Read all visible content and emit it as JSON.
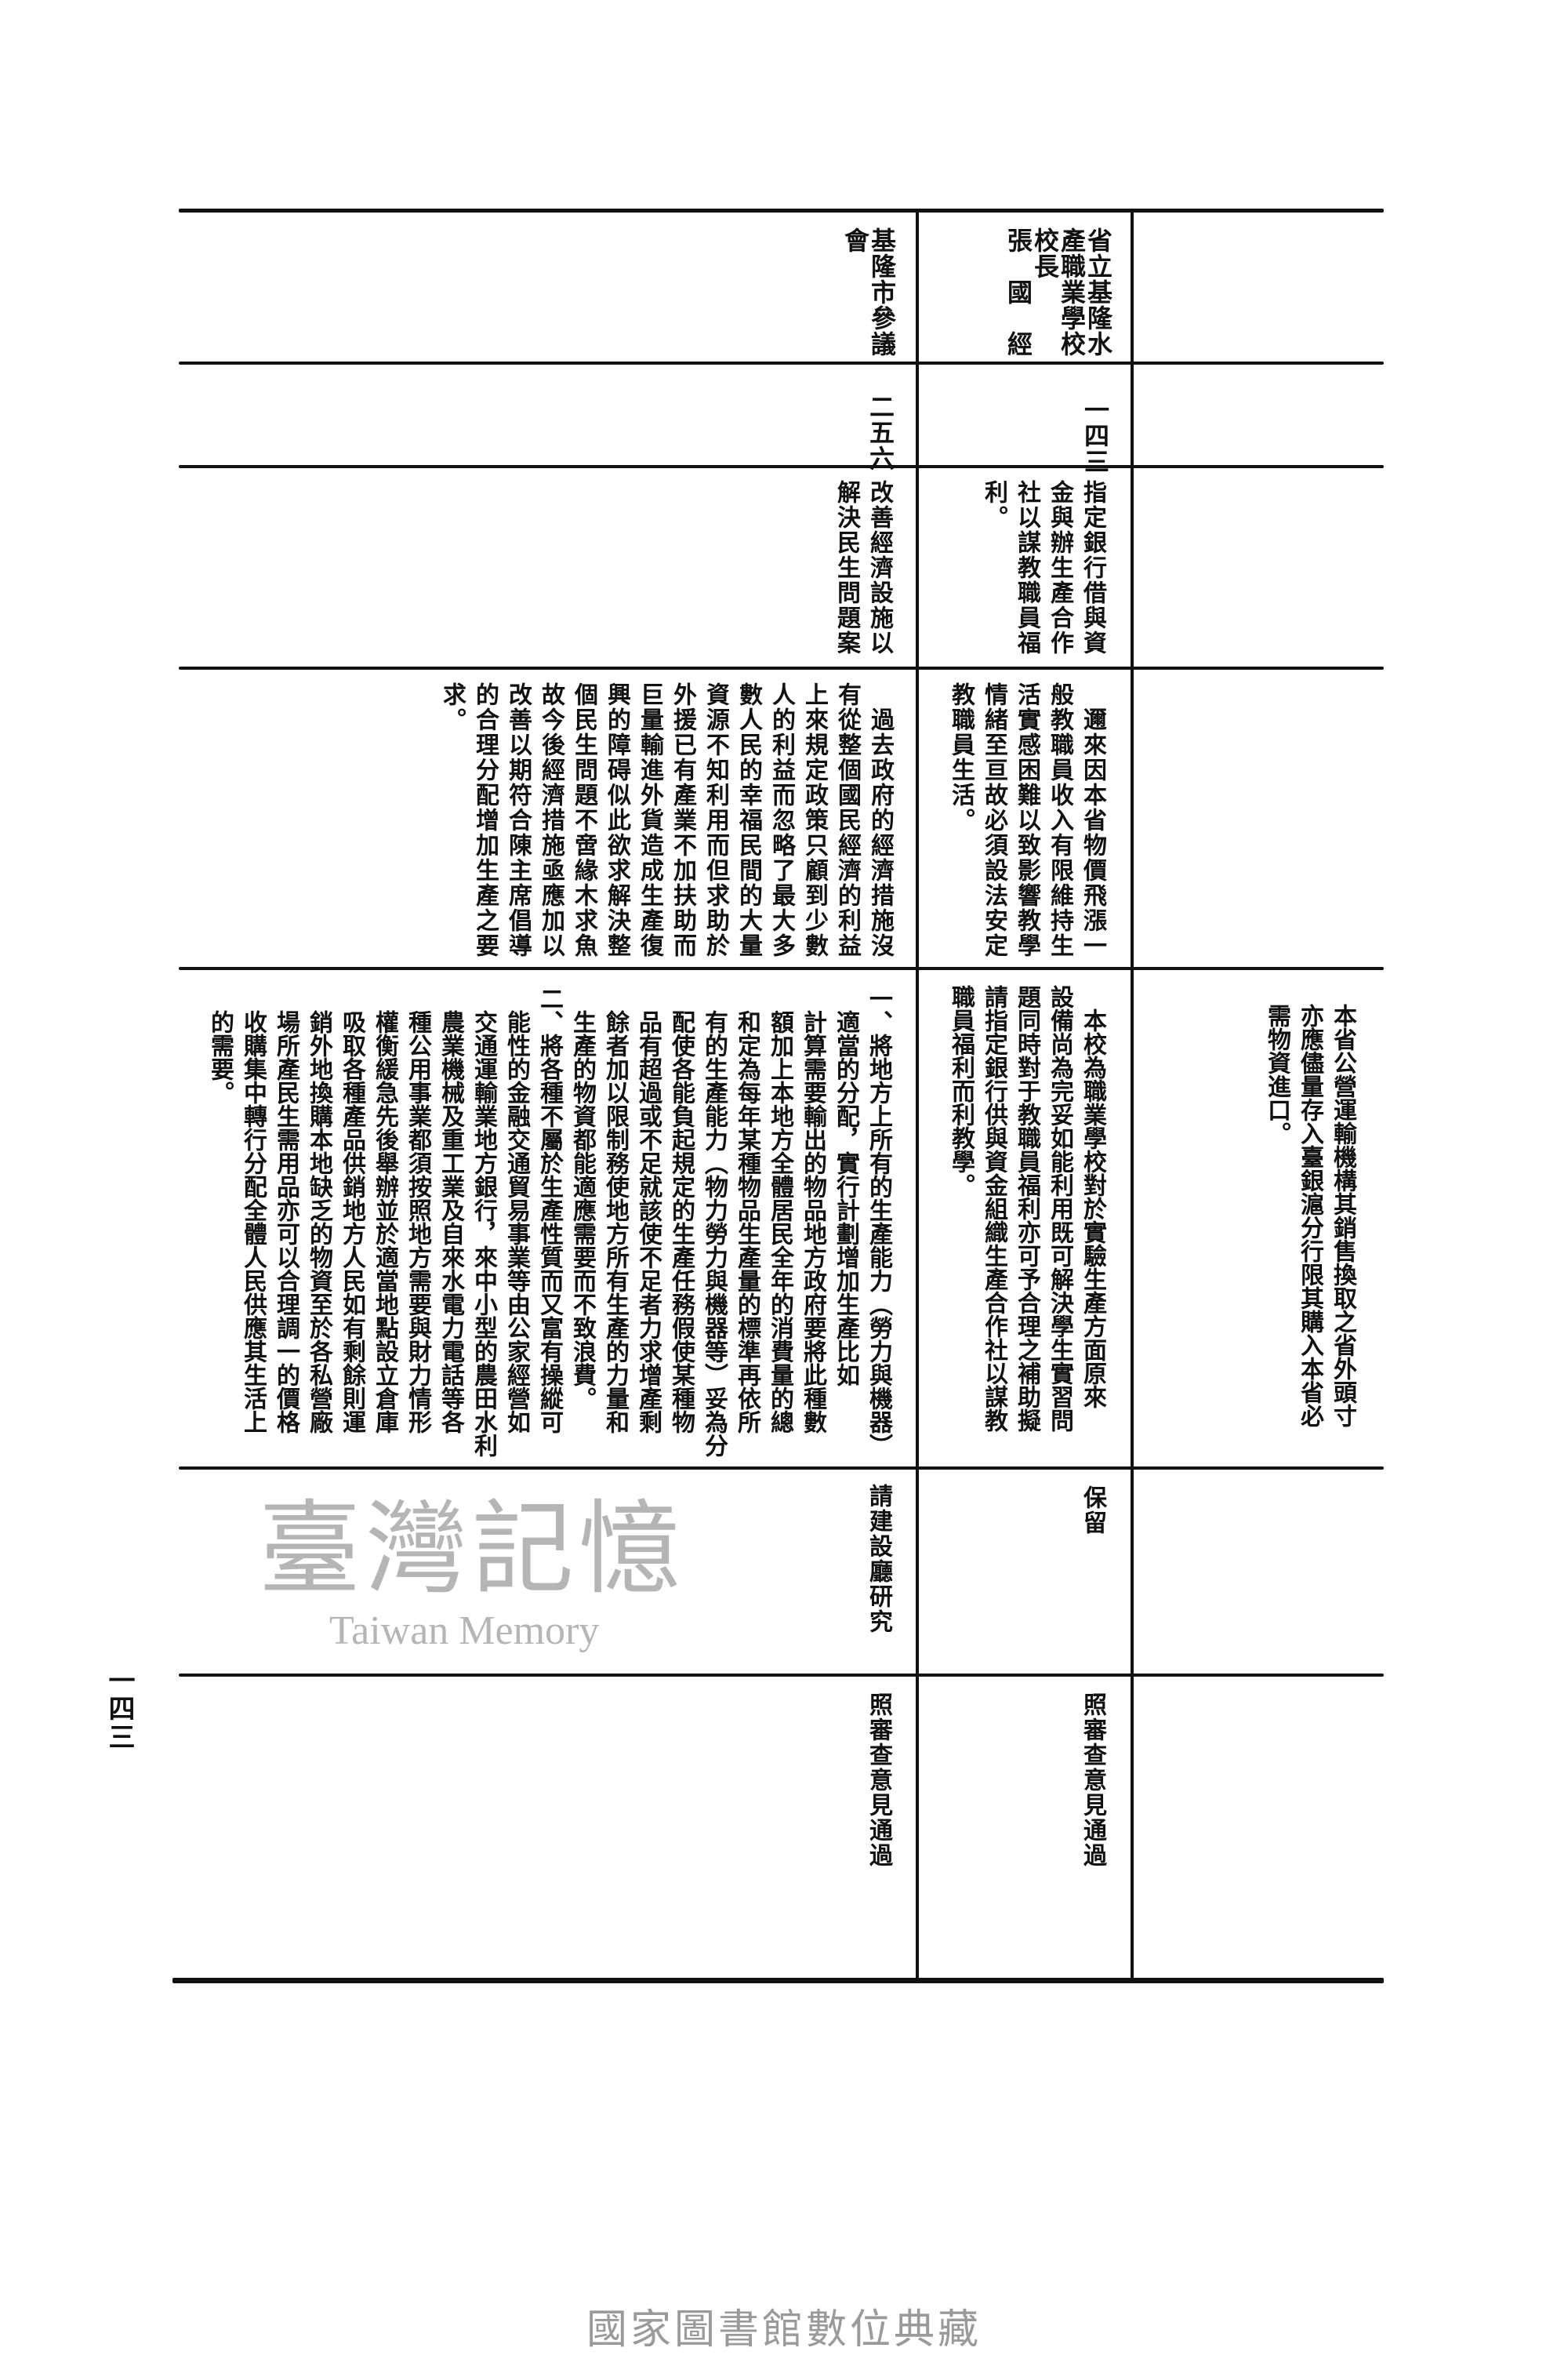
{
  "proposal_256": {
    "proposer_lines": [
      "基隆市參議",
      "會"
    ],
    "number": "二五六",
    "title_lines": [
      "改善經濟設施以",
      "解決民生問題案"
    ],
    "reason_lines": [
      "　過去政府的經濟措施沒",
      "有從整個國民經濟的利益",
      "上來規定政策只顧到少數",
      "人的利益而忽略了最大多",
      "數人民的幸福民間的大量",
      "資源不知利用而但求助於",
      "外援已有產業不加扶助而",
      "巨量輸進外貨造成生產復",
      "興的障碍似此欲求解決整",
      "個民生問題不啻緣木求魚",
      "故今後經濟措施亟應加以",
      "改善以期符合陳主席倡導",
      "的合理分配增加生產之要",
      "求。"
    ],
    "measures_lines": [
      "一、將地方上所有的生產能力（勞力與機器）",
      "　適當的分配，實行計劃增加生產比如",
      "　計算需要輸出的物品地方政府要將此種數",
      "　額加上本地方全體居民全年的消費量的總",
      "　和定為每年某種物品生產量的標準再依所",
      "　有的生產能力（物力勞力與機器等）妥為分",
      "　配使各能負起規定的生產任務假使某種物",
      "　品有超過或不足就該使不足者力求增產剩",
      "　餘者加以限制務使地方所有生產的力量和",
      "　生產的物資都能適應需要而不致浪費。",
      "二、將各種不屬於生產性質而又富有操縱可",
      "　能性的金融交通貿易事業等由公家經營如",
      "　交通運輸業地方銀行，來中小型的農田水利",
      "　農業機械及重工業及自來水電力電話等各",
      "　種公用事業都須按照地方需要與財力情形",
      "　權衡緩急先後舉辦並於適當地點設立倉庫",
      "　吸取各種產品供銷地方人民如有剩餘則運",
      "　銷外地換購本地缺乏的物資至於各私營廠",
      "　場所產民生需用品亦可以合理調一的價格",
      "　收購集中轉行分配全體人民供應其生活上",
      "　的需要。"
    ],
    "review": "請建設廳研究",
    "resolution": "照審查意見通過"
  },
  "proposal_143": {
    "proposer_lines": [
      "省立基隆水",
      "產職業學校",
      "校長",
      "張　國　經"
    ],
    "number": "一四三",
    "title_lines": [
      "指定銀行借與資",
      "金與辦生產合作",
      "社以謀教職員福",
      "利。"
    ],
    "reason_lines": [
      "　邇來因本省物價飛漲一",
      "般教職員收入有限維持生",
      "活實感困難以致影響教學",
      "情緒至亘故必須設法安定",
      "教職員生活。"
    ],
    "measures_lines": [
      "　本校為職業學校對於實驗生產方面原來",
      "設備尚為完妥如能利用既可解決學生實習問",
      "題同時對于教職員福利亦可予合理之補助擬",
      "請指定銀行供與資金組織生產合作社以謀教",
      "職員福利而利教學。"
    ],
    "review": "保留",
    "resolution": "照審查意見通過"
  },
  "previous_proposal": {
    "measures_lines": [
      "本省公營運輸機構其銷售換取之省外頭寸",
      "亦應儘量存入臺銀滬分行限其購入本省必",
      "需物資進口。"
    ]
  },
  "page_number": "一四三",
  "watermark": {
    "cjk": "臺灣記憶",
    "en": "Taiwan Memory"
  },
  "footer": "國家圖書館數位典藏"
}
